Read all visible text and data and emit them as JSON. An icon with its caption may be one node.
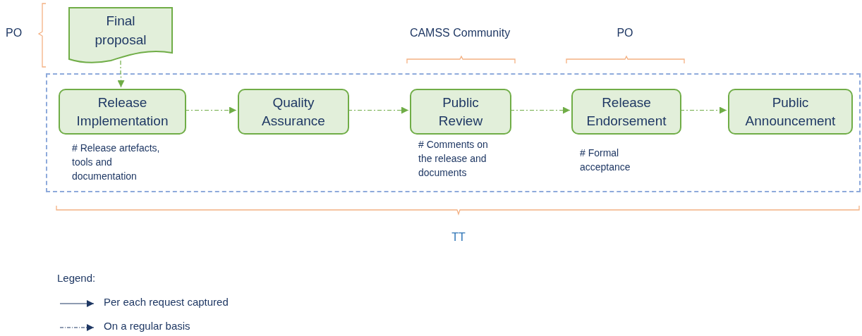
{
  "diagram": {
    "nodes": [
      {
        "text": [
          "Final proposal"
        ]
      },
      {
        "text": [],
        "shape": "box"
      },
      {
        "text": [
          "Release Implementation"
        ],
        "in": 1,
        "beside": [
          "# Release artefacts, tools and documentation"
        ]
      },
      {
        "text": [
          "Quality Assurance"
        ],
        "in": 1
      },
      {
        "text": [
          "Public Review"
        ],
        "in": 1,
        "beside": [
          "# Comments on the release and documents"
        ]
      },
      {
        "text": [
          "Release Endorsement"
        ],
        "in": 1,
        "beside": [
          "# Formal acceptance"
        ]
      },
      {
        "text": [
          "Public Announcement"
        ],
        "in": 1
      }
    ],
    "edges": [
      {
        "from": 0,
        "to": 2,
        "arrow": "to",
        "style": "dashed"
      },
      {
        "from": 2,
        "to": 3,
        "arrow": "to",
        "style": "dashed"
      },
      {
        "from": 3,
        "to": 4,
        "arrow": "to",
        "style": "dashed"
      },
      {
        "from": 4,
        "to": 5,
        "arrow": "to",
        "style": "dashed"
      },
      {
        "from": 5,
        "to": 6,
        "arrow": "to",
        "style": "dashed"
      }
    ],
    "labels": [
      "PO",
      "CAMSS Community",
      "PO",
      "TT",
      "Legend:"
    ],
    "legend": [
      {
        "text": "Per each request captured"
      },
      {
        "text": "On a regular basis"
      }
    ]
  }
}
